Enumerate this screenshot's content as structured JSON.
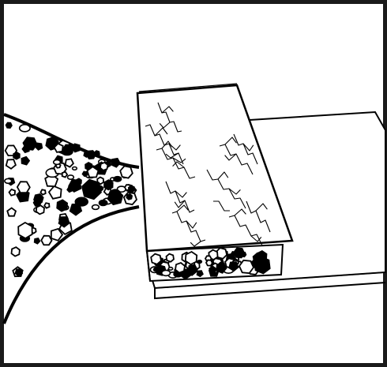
{
  "figure": {
    "colors": {
      "ink": "#000000",
      "paper": "#ffffff",
      "frame": "#1a1a1a"
    },
    "parts": [
      {
        "id": "base-slab",
        "icon": "flat-platform"
      },
      {
        "id": "film-layer",
        "icon": "molecular-chains"
      },
      {
        "id": "particle-layer",
        "icon": "polygon-particles"
      },
      {
        "id": "flow-stream",
        "icon": "particle-stream"
      }
    ]
  }
}
